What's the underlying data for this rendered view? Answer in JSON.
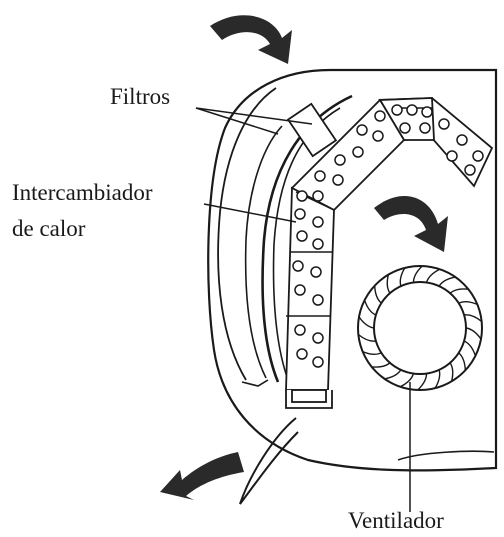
{
  "labels": {
    "filters": "Filtros",
    "heat_exchanger_line1": "Intercambiador",
    "heat_exchanger_line2": "de calor",
    "fan": "Ventilador"
  },
  "colors": {
    "ink": "#1a1a1a",
    "background": "#ffffff"
  },
  "icons": {
    "airflow_arrow": "curved-arrow-icon"
  }
}
